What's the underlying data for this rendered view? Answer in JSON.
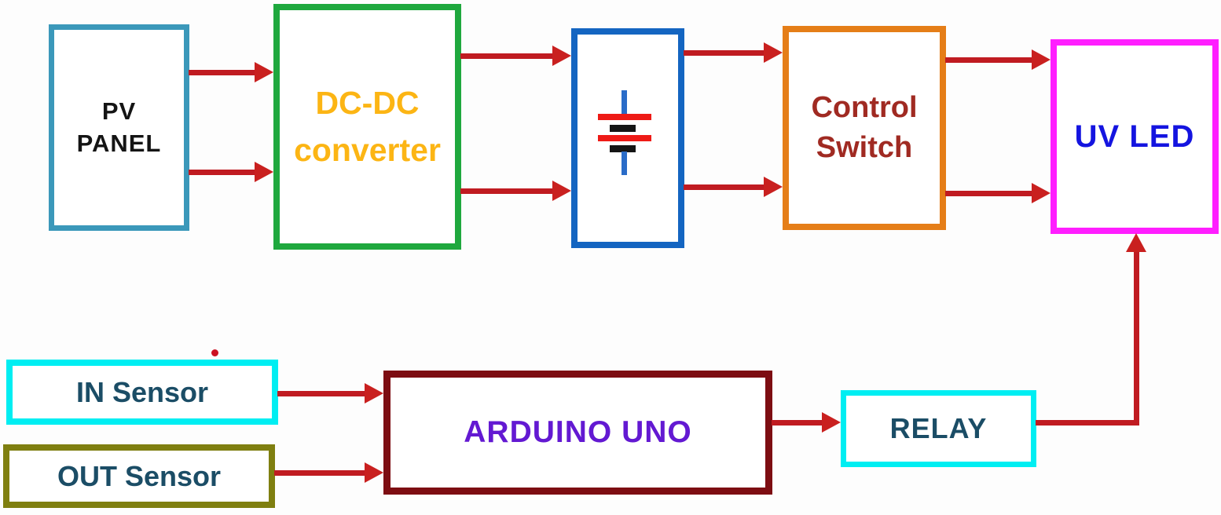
{
  "blocks": {
    "pv_panel": {
      "line1": "PV",
      "line2": "PANEL",
      "border_color": "#3b98ba",
      "text_color": "#141414"
    },
    "dcdc_converter": {
      "line1": "DC-DC",
      "line2": "converter",
      "border_color": "#1fa83e",
      "text_color": "#fcb514"
    },
    "battery": {
      "icon": "battery-icon",
      "border_color": "#1465c1",
      "plate_long_color": "#ee1a16",
      "plate_short_color": "#151515",
      "stem_color": "#2a6cc8"
    },
    "control_switch": {
      "line1": "Control",
      "line2": "Switch",
      "border_color": "#e57e18",
      "text_color": "#a02a22"
    },
    "uv_led": {
      "label": "UV LED",
      "border_color": "#ff1eff",
      "text_color": "#1414e0"
    },
    "in_sensor": {
      "label": "IN Sensor",
      "border_color": "#00eef2",
      "text_color": "#1b4d66"
    },
    "out_sensor": {
      "label": "OUT Sensor",
      "border_color": "#7f7f10",
      "text_color": "#1b4d66"
    },
    "arduino": {
      "label": "ARDUINO UNO",
      "border_color": "#7d0d12",
      "text_color": "#6319d2"
    },
    "relay": {
      "label": "RELAY",
      "border_color": "#00eef2",
      "text_color": "#1b4d66"
    }
  },
  "arrow_color": "#c01b21",
  "arrowhead_color": "#c9201f",
  "background_color": "#fdfdfd",
  "connections": [
    {
      "from": "PV PANEL",
      "to": "DC-DC converter",
      "arrows": 2
    },
    {
      "from": "DC-DC converter",
      "to": "Battery",
      "arrows": 2
    },
    {
      "from": "Battery",
      "to": "Control Switch",
      "arrows": 2
    },
    {
      "from": "Control Switch",
      "to": "UV LED",
      "arrows": 2
    },
    {
      "from": "IN Sensor",
      "to": "ARDUINO UNO",
      "arrows": 1
    },
    {
      "from": "OUT Sensor",
      "to": "ARDUINO UNO",
      "arrows": 1
    },
    {
      "from": "ARDUINO UNO",
      "to": "RELAY",
      "arrows": 1
    },
    {
      "from": "RELAY",
      "to": "UV LED",
      "arrows": 1
    }
  ]
}
